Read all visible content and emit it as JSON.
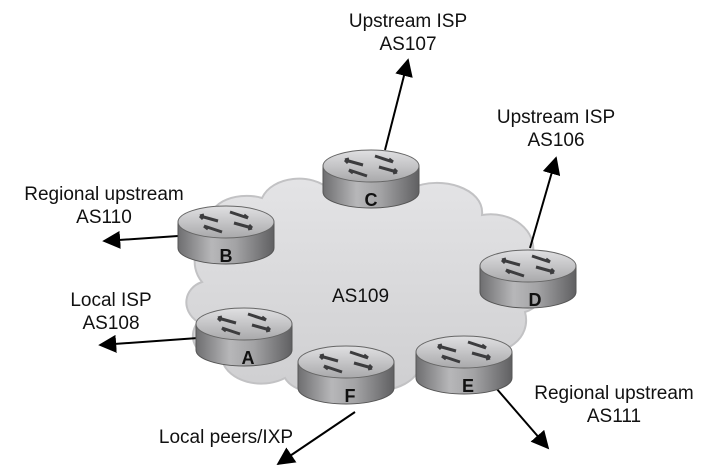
{
  "cloud": {
    "label": "AS109"
  },
  "routers": [
    {
      "id": "A",
      "letter": "A"
    },
    {
      "id": "B",
      "letter": "B"
    },
    {
      "id": "C",
      "letter": "C"
    },
    {
      "id": "D",
      "letter": "D"
    },
    {
      "id": "E",
      "letter": "E"
    },
    {
      "id": "F",
      "letter": "F"
    }
  ],
  "peers": {
    "as107": {
      "line1": "Upstream ISP",
      "line2": "AS107"
    },
    "as106": {
      "line1": "Upstream ISP",
      "line2": "AS106"
    },
    "as110": {
      "line1": "Regional upstream",
      "line2": "AS110"
    },
    "as108": {
      "line1": "Local ISP",
      "line2": "AS108"
    },
    "as111": {
      "line1": "Regional upstream",
      "line2": "AS111"
    },
    "ixp": {
      "line1": "Local peers/IXP"
    }
  },
  "colors": {
    "cloud_fill": "#d9d9db",
    "router_body": "#9a9a9c",
    "router_top": "#c4c4c6",
    "line": "#000000"
  }
}
